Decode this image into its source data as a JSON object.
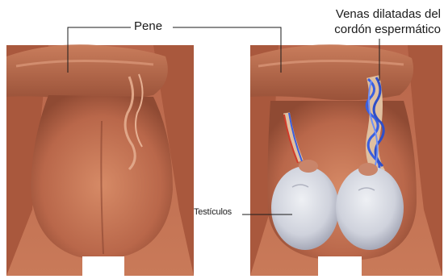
{
  "labels": {
    "penis": "Pene",
    "veins_line1": "Venas dilatadas del",
    "veins_line2": "cordón espermático",
    "testicles": "Testículos"
  },
  "colors": {
    "skin_base": "#c2704f",
    "skin_light": "#d9906c",
    "skin_dark": "#8f4a33",
    "vein_blue": "#3a5fe0",
    "testicle": "#d9dbe3",
    "leader_line": "#1a1a1a"
  }
}
